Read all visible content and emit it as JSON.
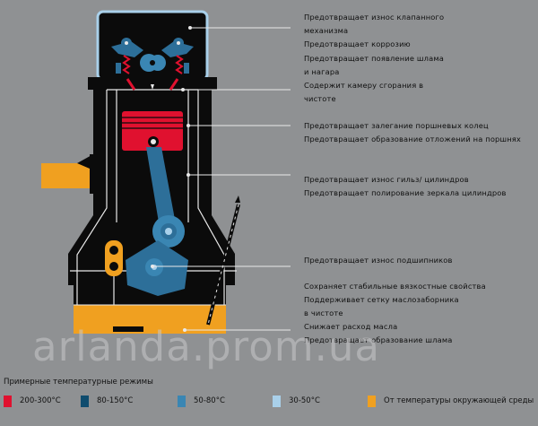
{
  "annotations": [
    "Предотвращает износ клапанного",
    "механизма",
    "Предотвращает коррозию",
    "Предотвращает появление шлама",
    "и нагара",
    "Содержит камеру сгорания в",
    "чистоте",
    "Предотвращает залегание поршневых колец",
    "Предотвращает образование отложений на поршнях",
    "Предотвращает износ гильз/ цилиндров",
    "Предотвращает полирование зеркала цилиндров",
    "Предотвращает износ подшипников",
    "Сохраняет стабильные вязкостные свойства",
    "Поддерживает сетку маслозаборника",
    "в чистоте",
    "Снижает расход масла",
    "Предотвращает образование шлама"
  ],
  "legend": {
    "title": "Примерные температурные режимы",
    "items": [
      {
        "label": "200-300°C",
        "color": "#e0112f"
      },
      {
        "label": "80-150°C",
        "color": "#0f4c6e"
      },
      {
        "label": "50-80°C",
        "color": "#3a86b3"
      },
      {
        "label": "30-50°C",
        "color": "#a9d0ea"
      },
      {
        "label": "От температуры окружающей среды",
        "color": "#f0a020"
      }
    ]
  },
  "watermark": "arlanda.prom.ua",
  "colors": {
    "background": "#8f9193",
    "engine_body": "#0b0b0b",
    "outline": "#e9e9e9",
    "oil": "#f0a020",
    "hot_parts": "#e0112f",
    "connecting_rod": "#2d6f99",
    "valve_cover_frame": "#a9d0ea"
  }
}
